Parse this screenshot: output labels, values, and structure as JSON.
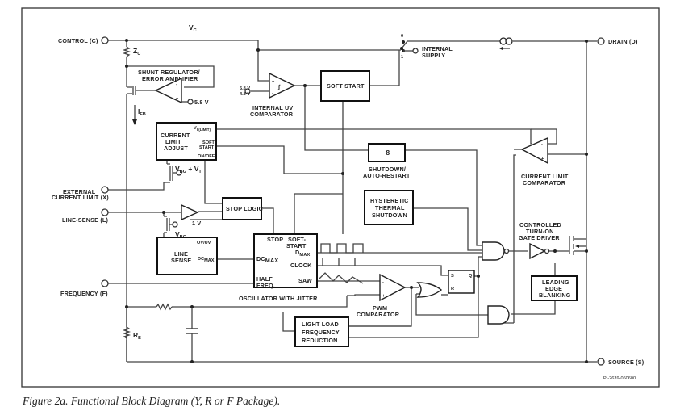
{
  "pins": {
    "control": "CONTROL (C)",
    "drain": "DRAIN (D)",
    "external_current_limit_1": "EXTERNAL",
    "external_current_limit_2": "CURRENT LIMIT (X)",
    "line_sense": "LINE-SENSE (L)",
    "frequency": "FREQUENCY (F)",
    "source": "SOURCE (S)"
  },
  "labels": {
    "vc": "V",
    "vc_sub": "C",
    "zc": "Z",
    "zc_sub": "C",
    "re": "R",
    "re_sub": "E",
    "ifb": "I",
    "ifb_sub": "FB",
    "shunt_1": "SHUNT REGULATOR/",
    "shunt_2": "ERROR AMPLIFIER",
    "ref_58": "5.8 V",
    "uv_58": "5.8 V",
    "uv_48": "4.8 V",
    "uv_comp_1": "INTERNAL UV",
    "uv_comp_2": "COMPARATOR",
    "switch_0": "0",
    "switch_1": "1",
    "internal_supply_1": "INTERNAL",
    "internal_supply_2": "SUPPLY",
    "vbg_vt": "V",
    "vbg_vt_sub": "BG",
    "vbg_vt_tail": " + V",
    "vbg_vt_tail_sub": "T",
    "vbg": "V",
    "vbg_sub": "BG",
    "one_v": "1 V",
    "shutdown_1": "SHUTDOWN/",
    "shutdown_2": "AUTO-RESTART",
    "cl_comp_1": "CURRENT LIMIT",
    "cl_comp_2": "COMPARATOR",
    "gate_1": "CONTROLLED",
    "gate_2": "TURN-ON",
    "gate_3": "GATE DRIVER",
    "osc_title": "OSCILLATOR WITH JITTER",
    "pwm_1": "PWM",
    "pwm_2": "COMPARATOR",
    "part_id": "PI-2639-060600"
  },
  "blocks": {
    "soft_start": "SOFT START",
    "divide": "+ 8",
    "thermal_1": "HYSTERETIC",
    "thermal_2": "THERMAL",
    "thermal_3": "SHUTDOWN",
    "cla_1": "CURRENT",
    "cla_2": "LIMIT",
    "cla_3": "ADJUST",
    "cla_vlimit": "V",
    "cla_vlimit_sub": "I (LIMIT)",
    "cla_soft_1": "SOFT",
    "cla_soft_2": "START",
    "cla_onoff_on": "ON",
    "cla_onoff_off": "/OFF",
    "stop_logic": "STOP LOGIC",
    "line_sense_1": "LINE",
    "line_sense_2": "SENSE",
    "ls_ovuv": "OV/UV",
    "ls_dcmax": "DC",
    "ls_dcmax_sub": "MAX",
    "osc_stop": "STOP",
    "osc_soft_1": "SOFT-",
    "osc_soft_2": "START",
    "osc_dmax": "D",
    "osc_dmax_sub": "MAX",
    "osc_clock": "CLOCK",
    "osc_saw": "SAW",
    "osc_dcmax": "DC",
    "osc_dcmax_sub": "MAX",
    "osc_half_1": "HALF",
    "osc_half_2": "FREQ.",
    "latch_s": "S",
    "latch_r": "R",
    "latch_q": "Q",
    "lightload_1": "LIGHT LOAD",
    "lightload_2": "FREQUENCY",
    "lightload_3": "REDUCTION",
    "leb_1": "LEADING",
    "leb_2": "EDGE",
    "leb_3": "BLANKING"
  },
  "caption": "Figure 2a. Functional Block Diagram (Y, R or F Package)."
}
